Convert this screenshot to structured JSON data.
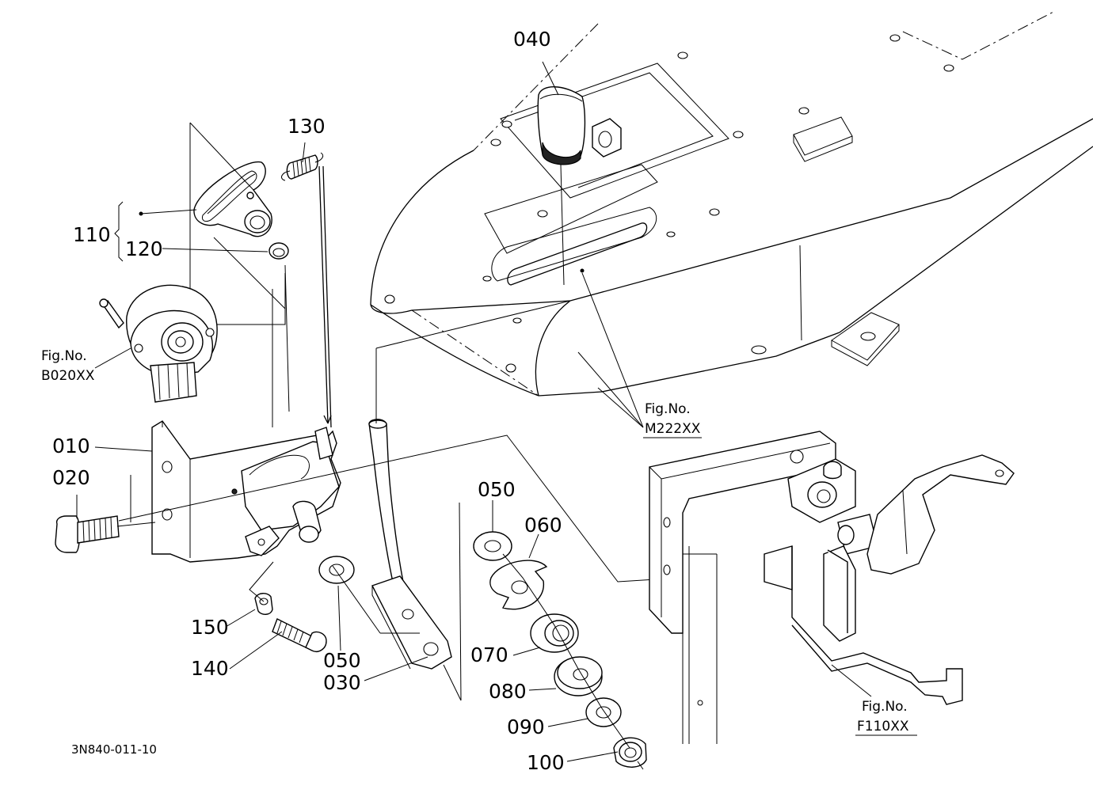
{
  "labels": {
    "p040": "040",
    "p130": "130",
    "p110": "110",
    "p120": "120",
    "p010": "010",
    "p020": "020",
    "p050a": "050",
    "p060": "060",
    "p050b": "050",
    "p030": "030",
    "p150": "150",
    "p140": "140",
    "p070": "070",
    "p080": "080",
    "p090": "090",
    "p100": "100"
  },
  "refs": {
    "b020_line1": "Fig.No.",
    "b020_line2": "B020XX",
    "m222_line1": "Fig.No.",
    "m222_line2": "M222XX",
    "f110_line1": "Fig.No.",
    "f110_line2": "F110XX"
  },
  "drawing_code": "3N840-011-10"
}
